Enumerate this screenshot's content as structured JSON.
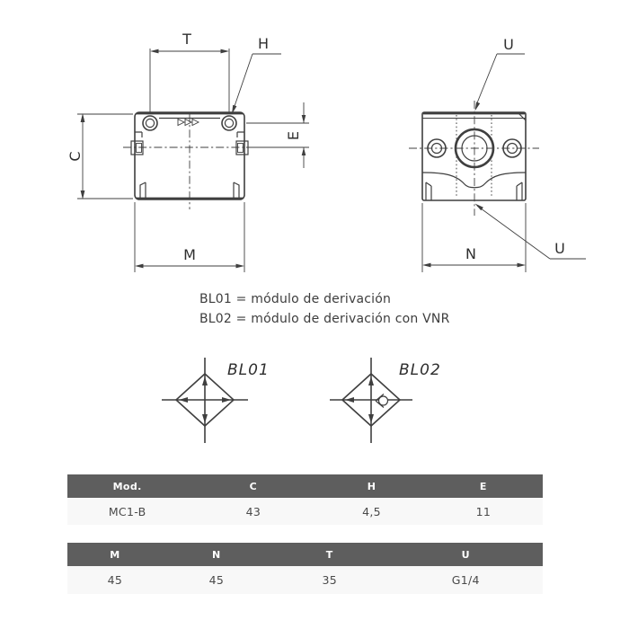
{
  "front_view": {
    "dim_t": "T",
    "dim_h": "H",
    "dim_c": "C",
    "dim_e": "E",
    "dim_m": "M"
  },
  "side_view": {
    "dim_u_top": "U",
    "dim_u_bottom": "U",
    "dim_n": "N"
  },
  "notes": {
    "line1": "BL01 = módulo de derivación",
    "line2": "BL02 = módulo de derivación con VNR"
  },
  "symbols": {
    "bl01": {
      "label": "BL01"
    },
    "bl02": {
      "label": "BL02"
    }
  },
  "tables": {
    "dimensions1": {
      "headers": [
        "Mod.",
        "C",
        "H",
        "E"
      ],
      "row": [
        "MC1-B",
        "43",
        "4,5",
        "11"
      ]
    },
    "dimensions2": {
      "headers": [
        "M",
        "N",
        "T",
        "U"
      ],
      "row": [
        "45",
        "45",
        "35",
        "G1/4"
      ]
    }
  },
  "colors": {
    "table_header_bg": "#5e5e5e",
    "table_header_text": "#ffffff",
    "table_row_bg": "#f8f8f8",
    "drawing_line": "#3f3f3f",
    "text": "#3d3d3d"
  }
}
